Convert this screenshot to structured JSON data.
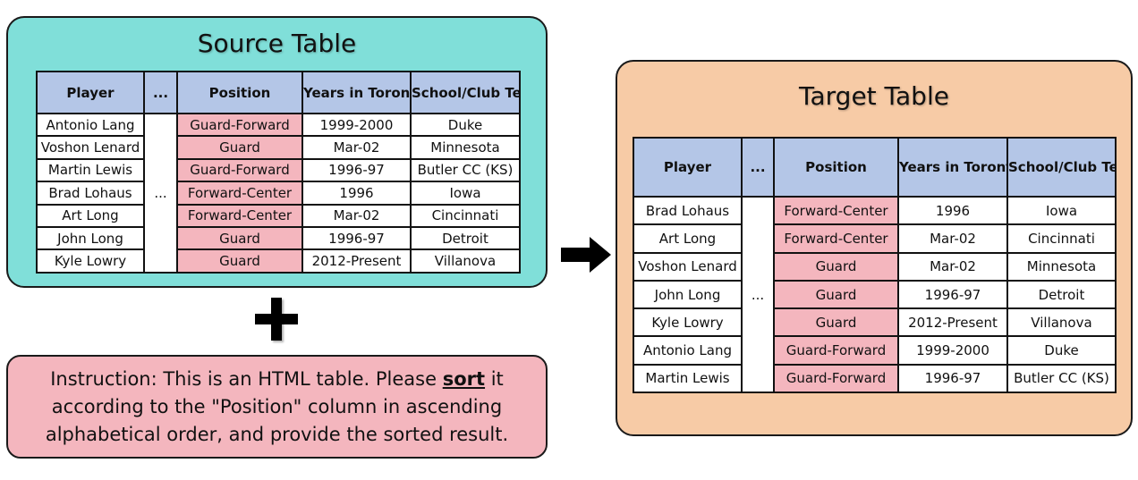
{
  "source": {
    "title": "Source Table",
    "headers": [
      "Player",
      "...",
      "Position",
      "Years in Toronto",
      "School/Club Team"
    ],
    "ellipsis": "...",
    "rows": [
      [
        "Antonio Lang",
        "Guard-Forward",
        "1999-2000",
        "Duke"
      ],
      [
        "Voshon Lenard",
        "Guard",
        "Mar-02",
        "Minnesota"
      ],
      [
        "Martin Lewis",
        "Guard-Forward",
        "1996-97",
        "Butler CC (KS)"
      ],
      [
        "Brad Lohaus",
        "Forward-Center",
        "1996",
        "Iowa"
      ],
      [
        "Art Long",
        "Forward-Center",
        "Mar-02",
        "Cincinnati"
      ],
      [
        "John Long",
        "Guard",
        "1996-97",
        "Detroit"
      ],
      [
        "Kyle Lowry",
        "Guard",
        "2012-Present",
        "Villanova"
      ]
    ]
  },
  "target": {
    "title": "Target Table",
    "headers": [
      "Player",
      "...",
      "Position",
      "Years in Toronto",
      "School/Club Team"
    ],
    "ellipsis": "...",
    "rows": [
      [
        "Brad Lohaus",
        "Forward-Center",
        "1996",
        "Iowa"
      ],
      [
        "Art Long",
        "Forward-Center",
        "Mar-02",
        "Cincinnati"
      ],
      [
        "Voshon Lenard",
        "Guard",
        "Mar-02",
        "Minnesota"
      ],
      [
        "John Long",
        "Guard",
        "1996-97",
        "Detroit"
      ],
      [
        "Kyle Lowry",
        "Guard",
        "2012-Present",
        "Villanova"
      ],
      [
        "Antonio Lang",
        "Guard-Forward",
        "1999-2000",
        "Duke"
      ],
      [
        "Martin Lewis",
        "Guard-Forward",
        "1996-97",
        "Butler CC (KS)"
      ]
    ]
  },
  "instruction": {
    "prefix": "Instruction: This is an HTML table. Please ",
    "keyword": "sort",
    "suffix": " it according to the \"Position\" column in ascending alphabetical order, and provide the sorted result."
  },
  "colors": {
    "source_bg": "#80dfd9",
    "target_bg": "#f7cba6",
    "instruction_bg": "#f4b6be",
    "header_bg": "#b4c6e7",
    "highlight": "#f4b6be"
  },
  "icons": {
    "plus": "plus-icon",
    "arrow": "right-arrow-icon"
  }
}
